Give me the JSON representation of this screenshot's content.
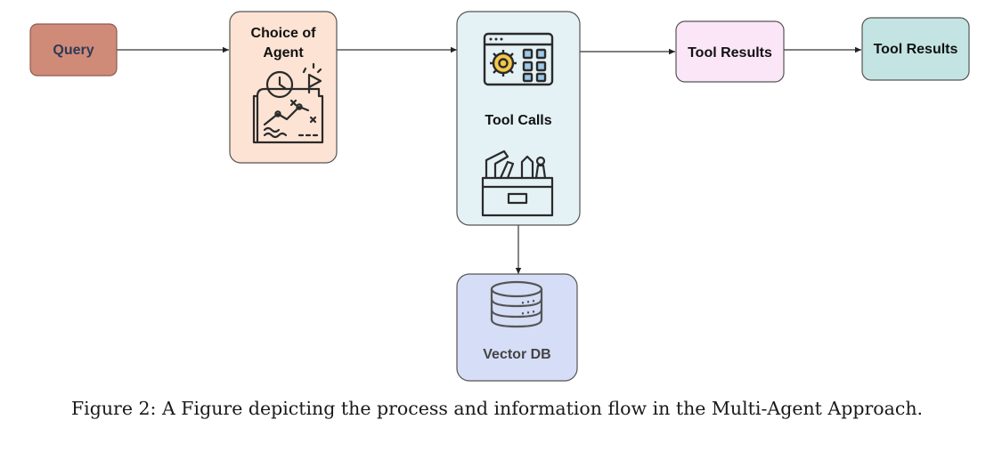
{
  "nodes": {
    "query": {
      "label": "Query",
      "fill": "#D08B78",
      "stroke": "#8C5A4E",
      "text_color": "#2F3A56"
    },
    "choice_of_agent": {
      "label_line1": "Choice of",
      "label_line2": "Agent",
      "fill": "#FCE3D3",
      "stroke": "#555555",
      "text_color": "#111111"
    },
    "tool_calls": {
      "label": "Tool Calls",
      "fill": "#E4F1F5",
      "stroke": "#555555",
      "text_color": "#111111"
    },
    "tool_results_1": {
      "label": "Tool Results",
      "fill": "#FBE6F7",
      "stroke": "#555555",
      "text_color": "#111111"
    },
    "tool_results_2": {
      "label": "Tool Results",
      "fill": "#C3E4E2",
      "stroke": "#555555",
      "text_color": "#111111"
    },
    "vector_db": {
      "label": "Vector DB",
      "fill": "#D6DDF6",
      "stroke": "#555555",
      "text_color": "#444444"
    }
  },
  "icons": {
    "strategy_map": "strategy-map-icon",
    "app_settings": "app-settings-icon",
    "toolbox": "toolbox-icon",
    "database": "database-icon"
  },
  "edges": [
    {
      "from": "query",
      "to": "choice_of_agent"
    },
    {
      "from": "choice_of_agent",
      "to": "tool_calls"
    },
    {
      "from": "tool_calls",
      "to": "tool_results_1"
    },
    {
      "from": "tool_results_1",
      "to": "tool_results_2"
    },
    {
      "from": "tool_calls",
      "to": "vector_db"
    }
  ],
  "caption": "Figure 2: A Figure depicting the process and information flow in the Multi-Agent Approach."
}
